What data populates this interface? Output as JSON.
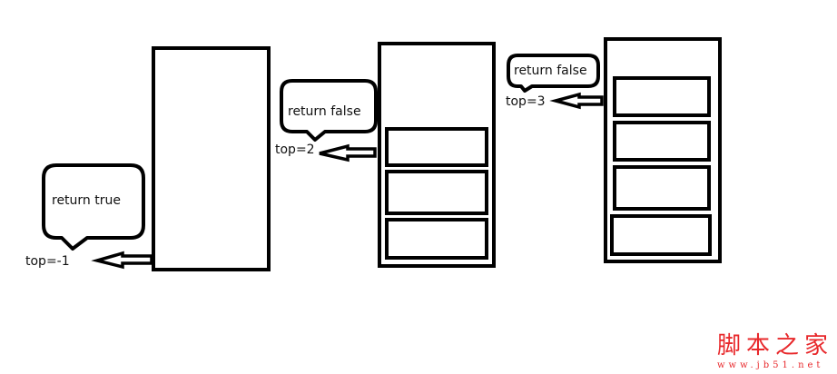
{
  "states": [
    {
      "bubble": "return true",
      "top_label": "top=-1",
      "filled_slots": 0
    },
    {
      "bubble": "return false",
      "top_label": "top=2",
      "filled_slots": 3
    },
    {
      "bubble": "return false",
      "top_label": "top=3",
      "filled_slots": 4
    }
  ],
  "watermark": {
    "title": "脚本之家",
    "url": "www.jb51.net",
    "color": "#e8282b"
  }
}
